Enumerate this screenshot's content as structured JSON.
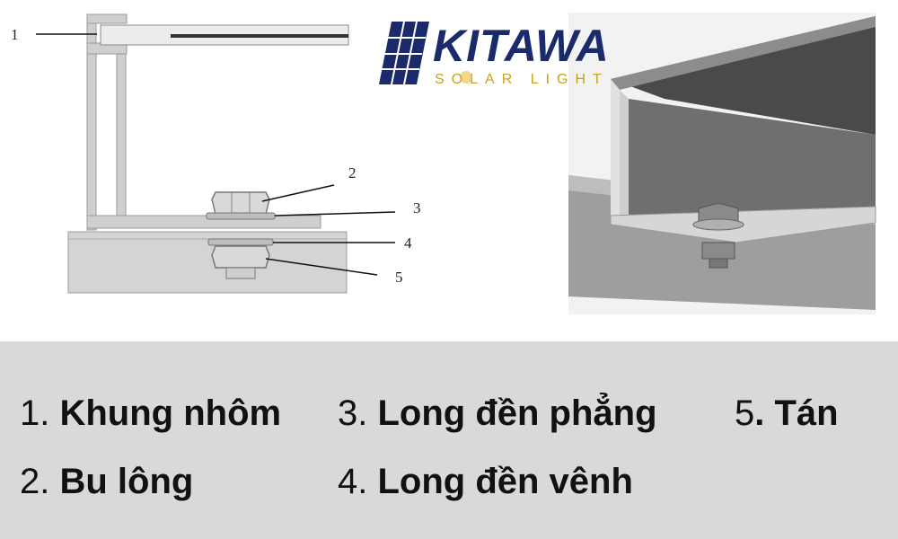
{
  "callouts": [
    "1",
    "2",
    "3",
    "4",
    "5"
  ],
  "legend": [
    {
      "num": "1. ",
      "text": "Khung nhôm"
    },
    {
      "num": "2. ",
      "text": "Bu lông"
    },
    {
      "num": "3. ",
      "text": "Long đền phẳng"
    },
    {
      "num": "4. ",
      "text": "Long đền vênh"
    },
    {
      "num": "5",
      "text": ". Tán"
    }
  ],
  "brand": {
    "name": "KITAWA",
    "sub": "SOLAR LIGHT"
  },
  "icons": [
    "solar-panel-logo-icon",
    "sun-icon"
  ],
  "colors": {
    "brand_blue": "#1b2a6b",
    "brand_gold": "#c9a21a",
    "legend_bg": "#d9d9d9"
  }
}
